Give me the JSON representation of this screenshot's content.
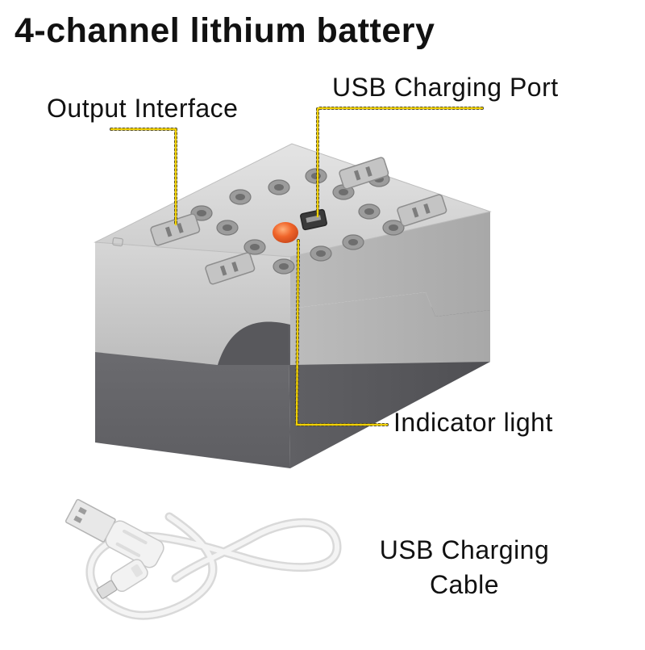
{
  "title": "4-channel lithium battery",
  "labels": {
    "output_interface": "Output Interface",
    "usb_charging_port": "USB Charging Port",
    "indicator_light": "Indicator light",
    "usb_charging_cable": "USB Charging Cable"
  },
  "colors": {
    "top_shell": "#cfcfcf",
    "top_face": "#d8d8d8",
    "bottom_shell": "#6d6d70",
    "indicator": "#f0652a",
    "leader_line": "#f2d100",
    "cable": "#ededed"
  }
}
